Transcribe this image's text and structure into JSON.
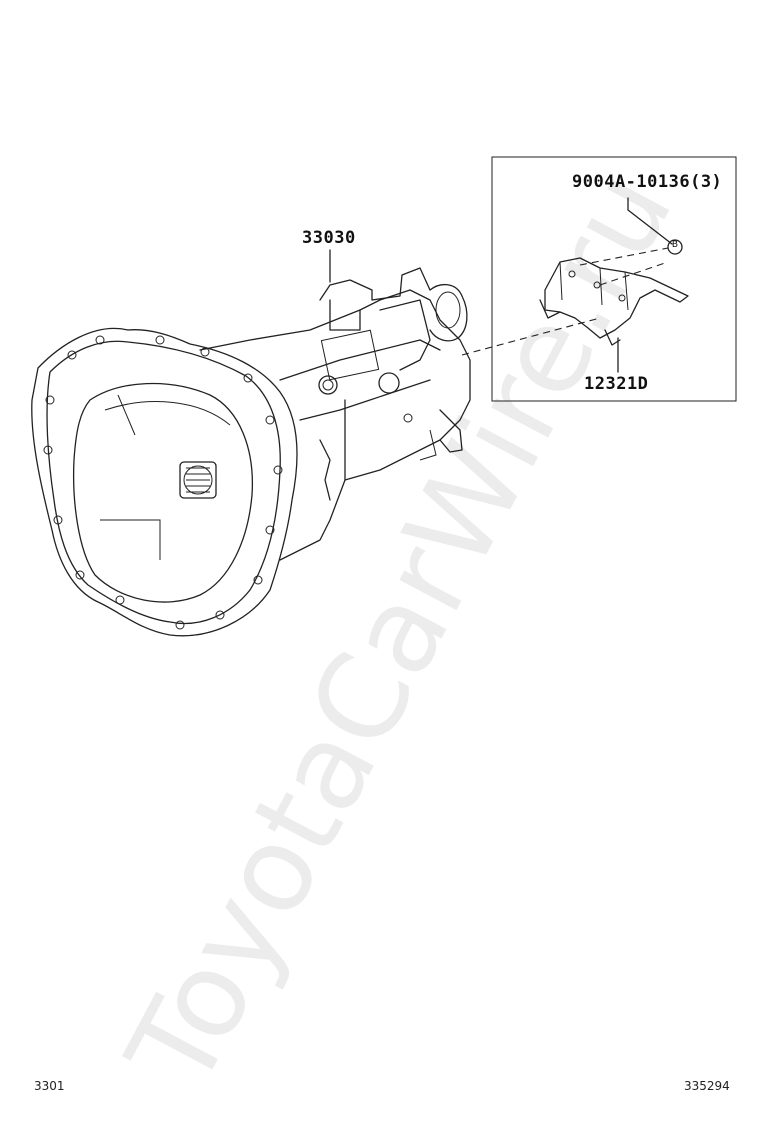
{
  "watermark": "ToyotaCarWire.ru",
  "labels": {
    "transmission_assy": "33030",
    "bolt": "9004A-10136(3)",
    "plate": "12321D",
    "ref_b": "B"
  },
  "footer": {
    "left_code": "3301",
    "right_code": "335294"
  }
}
